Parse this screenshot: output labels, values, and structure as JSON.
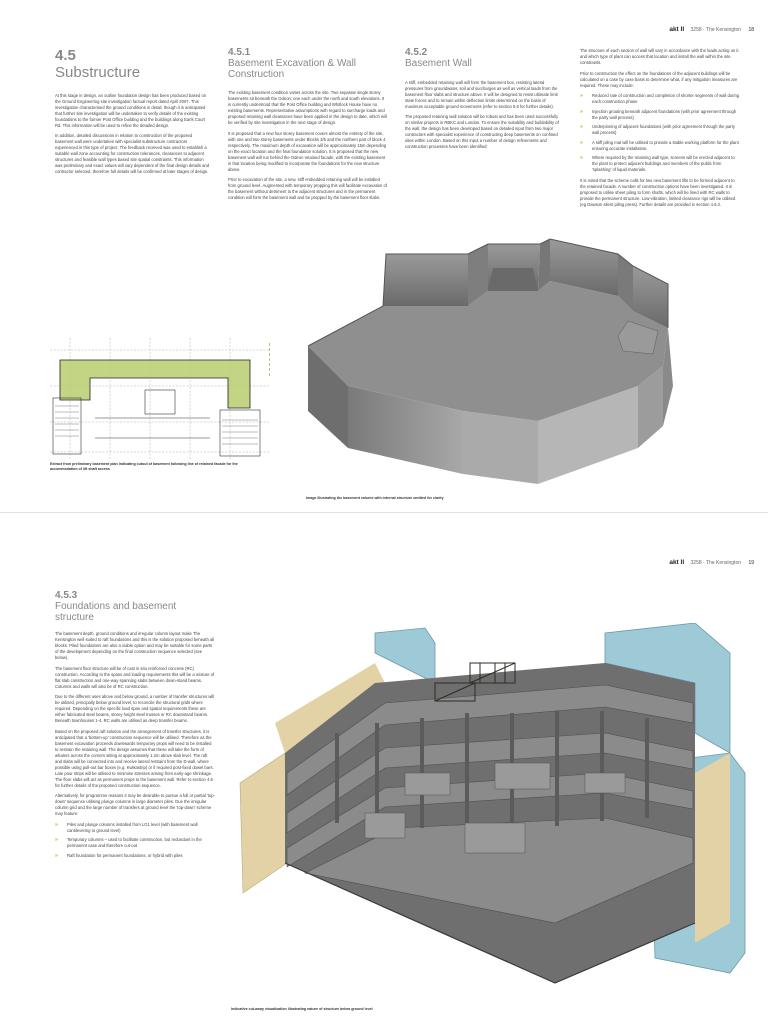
{
  "page1": {
    "header": {
      "brand": "akt II",
      "project": "3258 · The Kensington",
      "page": "18"
    },
    "sec_4_5": {
      "number": "4.5",
      "title": "Substructure",
      "paragraphs": [
        "At this stage in design, an outline foundation design has been produced based on the Ground Engineering site investigation factual report dated April 2007. This investigation characterised the ground conditions in detail, though it is anticipated that further site investigation will be undertaken to verify details of the existing foundations to the former Post Office building and the buildings along Earls Court Rd. This information will be used to refine the detailed design.",
        "In addition, detailed discussions in relation to construction of the proposed basement wall were undertaken with specialist substructure contractors experienced in this type of project. The feedback received was used to establish a suitable wall zone accounting for construction tolerances, clearances to adjacent structures and feasible wall types based site spatial constraints. This information was preliminary and exact values will vary dependent of the final design details and contractor selected, therefore full details will be confirmed at later stages of design."
      ]
    },
    "sec_4_5_1": {
      "number": "4.5.1",
      "title": "Basement Excavation & Wall Construction",
      "paragraphs": [
        "The existing basement condition varies across the site. Two separate single storey basements sit beneath the Odeon; one each under the north and south elevations. It is currently understood that the Post Office building and Whitlock House have no existing basements. Representative assumptions with regard to surcharge loads and proposed retaining wall clearances have been applied in the design to date, which will be verified by site investigation in the next stage of design.",
        "It is proposed that a new four storey basement covers almost the entirety of the site, with one and two storey basements under Blocks 3/5 and the northern part of block 4 respectively. The maximum depth of excavation will be approximately 15m depending on the exact location and the final foundation solution. It is proposed that the new basement wall will run behind the Odeon retained facade, with the existing basement in that location being modified to incorporate the foundations for the new structure above.",
        "Prior to excavation of the site, a new, stiff embedded retaining wall will be installed from ground level. Augmented with temporary propping this will facilitate excavation of the basement without detriment to the adjacent structures and in the permanent condition will form the basement wall and be propped by the basement floor slabs."
      ]
    },
    "sec_4_5_2": {
      "number": "4.5.2",
      "title": "Basement Wall",
      "paragraphs": [
        "A stiff, embedded retaining wall will form the basement box, resisting lateral pressures from groundwater, soil and surcharges as well as vertical loads from the basement floor slabs and structure above. It will be designed to resist ultimate limit state forces and to remain within deflection limits determined on the basis of maximum acceptable ground movements (refer to section 5.6 for further details).",
        "The proposed retaining wall solution will be robust and has been used successfully on similar projects in RBKC and London. To ensure the suitability and buildability of the wall, the design has been developed based on detailed input from two major contractors with specialist experience of constructing deep basements on confined sites within London. Based on this input a number of design refinements and construction processes have been identified:"
      ]
    },
    "col4": {
      "paragraphs": [
        "The structure of each section of wall will vary in accordance with the loads acting on it and which type of plant can access that location and install the wall within the site constraints.",
        "Prior to construction the effect on the foundations of the adjacent buildings will be calculated on a case by case basis to determine what, if any mitigation measures are required. These may include:"
      ],
      "bullets": [
        "Reduced rate of construction and completion of shorter segments of wall during each construction phase",
        "Injection grouting beneath adjacent foundations (with prior agreement through the party wall process)",
        "Underpinning of adjacent foundations (with prior agreement through the party wall process)",
        "A stiff piling mat will be utilised to provide a stable working platform for the plant ensuring accurate installation.",
        "Where required by the retaining wall type, screens will be erected adjacent to the plant to protect adjacent buildings and members of the public from 'splashing' of liquid materials."
      ],
      "closing": "It is noted that the scheme calls for two new basement lifts to be formed adjacent to the retained facade. A number of construction options have been investigated. It is proposed to utilise sheet piling to form shafts, which will be lined with RC walls to provide the permanent structure. Low-vibration, limited clearance rigs will be utilised (eg Dawson silent piling press). Further details are provided in section 4.6.3."
    },
    "captions": {
      "plan": "Extract from preliminary basement plan indicating cutout of basement following line of retained facade for the accommodation of lift shaft access",
      "model": "Image illustrating the basement volume with internal structure omitted for clarity"
    }
  },
  "page2": {
    "header": {
      "brand": "akt II",
      "project": "3258 · The Kensington",
      "page": "19"
    },
    "sec_4_5_3": {
      "number": "4.5.3",
      "title": "Foundations and basement structure",
      "paragraphs": [
        "The basement depth, ground conditions and irregular column layout make The Kensington well suited to raft foundations and this is the solution proposed beneath all blocks. Piled foundations are also a viable option and may be suitable for some parts of the development depending on the final construction sequence selected (see below).",
        "The basement floor structure will be of cast in situ reinforced concrete (RC) construction. According to the spans and loading requirements this will be a mixture of flat slab construction and one-way spanning slabs between down-stand beams. Columns and walls will also be of RC construction.",
        "Due to the different uses above and below ground, a number of transfer structures will be utilised, principally below ground level, to reconcile the structural grids where required. Depending on the specific load span and spatial requirements these are either fabricated steel beams, storey height steel trusses or RC downstand beams. Beneath townhouses 1-4, RC walls are utilised as deep transfer beams.",
        "Based on the proposed raft solution and the arrangement of transfer structures, it is anticipated that a 'bottom-up' construction sequence will be utilised. Therefore as the basement excavation proceeds downwards temporary props will need to be installed to restrain the retaining wall. The design assumes that these will take the form of whalers across the corners sitting at approximately 1.2m above slab level. The raft and slabs will be connected into and receive lateral restraint from the D-wall, where possible using pull-out bar boxes (e.g. Kwikastrip) or if required post-fixed dowel bars. Late pour strips will be utilised to minimise stresses arising from early-age shrinkage. The floor slabs will act as permanent props to the basement wall. Refer to section 4.6 for further details of the proposed construction sequence.",
        "Alternatively, for programme reasons it may be desirable to pursue a full or partial 'top-down' sequence utilising plunge columns in large diameter piles. Due the irregular column grid and the large number of transfers at ground level the 'top-down' scheme may feature:"
      ],
      "bullets": [
        "Piles and plunge columns installed from LG1 level (with basement wall cantilevering to ground level)",
        "Temporary columns – used to facilitate construction, but redundant in the permanent case and therefore cut-out",
        "Raft foundation for permanent foundations, or hybrid with piles"
      ]
    },
    "captions": {
      "cutaway": "Indicative cut-away visualisation illustrating nature of structure below ground level"
    }
  },
  "colors": {
    "heading_grey": "#888888",
    "bullet_accent": "#c8a000",
    "plan_highlight": "#b9cc6e",
    "model_grey": "#8c8c8c",
    "cutaway_blue": "#9ec9d6",
    "cutaway_beige": "#e2d2a6"
  },
  "icons": {
    "bullet": "double-chevron-right-icon"
  }
}
